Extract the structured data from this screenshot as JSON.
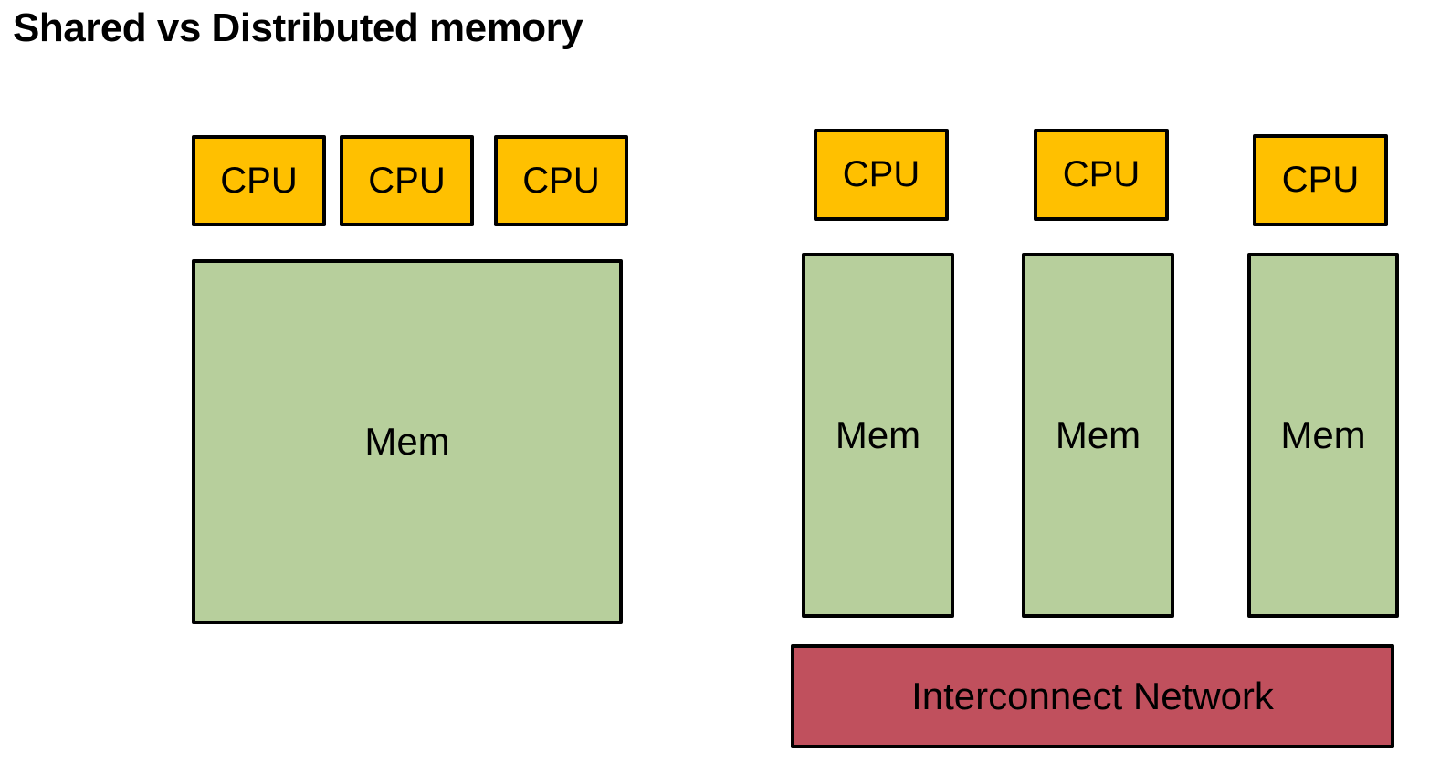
{
  "title": "Shared vs Distributed memory",
  "colors": {
    "cpu": "#ffc000",
    "memory": "#b7cf9c",
    "network": "#c0505d",
    "border": "#000000"
  },
  "shared": {
    "cpus": [
      "CPU",
      "CPU",
      "CPU"
    ],
    "memory": "Mem"
  },
  "distributed": {
    "nodes": [
      {
        "cpu": "CPU",
        "memory": "Mem"
      },
      {
        "cpu": "CPU",
        "memory": "Mem"
      },
      {
        "cpu": "CPU",
        "memory": "Mem"
      }
    ],
    "network": "Interconnect Network"
  }
}
